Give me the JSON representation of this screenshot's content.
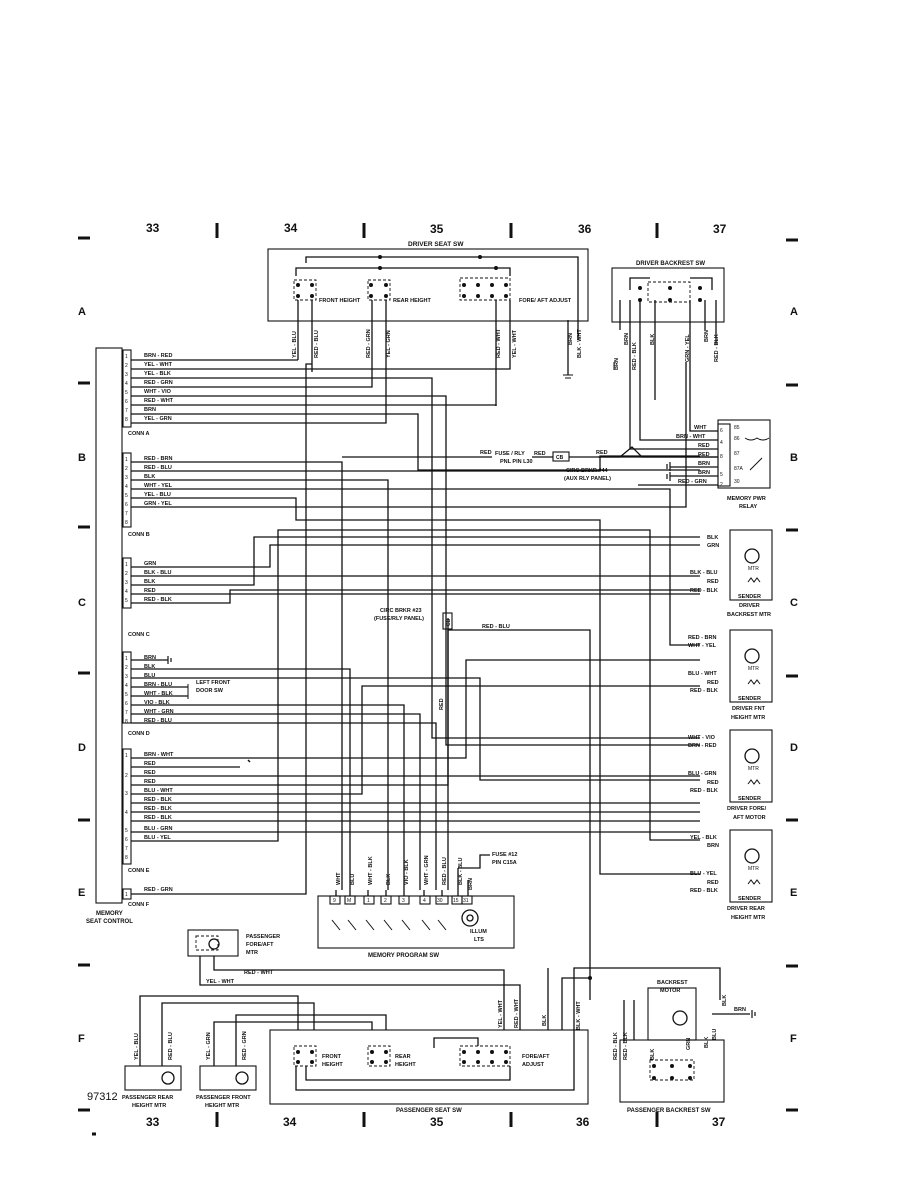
{
  "grid": {
    "columns": [
      "33",
      "34",
      "35",
      "36",
      "37"
    ],
    "rows": [
      "A",
      "B",
      "C",
      "D",
      "E",
      "F"
    ]
  },
  "figure_number": "97312",
  "components": {
    "driver_seat_sw": {
      "title": "DRIVER SEAT SW",
      "sections": [
        "FRONT HEIGHT",
        "REAR HEIGHT",
        "FORE/ AFT ADJUST"
      ]
    },
    "driver_backrest_sw": {
      "title": "DRIVER BACKREST SW"
    },
    "memory_seat_control": {
      "title": "MEMORY SEAT CONTROL",
      "connectors": [
        "CONN A",
        "CONN B",
        "CONN C",
        "CONN D",
        "CONN E",
        "CONN F"
      ]
    },
    "memory_pwr_relay": {
      "title": "MEMORY PWR RELAY",
      "pins": [
        "85",
        "86",
        "87",
        "87A",
        "30"
      ],
      "pin_numbers": [
        "6",
        "4",
        "8",
        "5",
        "2"
      ]
    },
    "fuse_rly_l30": {
      "label": "FUSE / RLY PNL PIN L30"
    },
    "circ_brkr_44": {
      "label": "CIRC BRKR #44 (AUX RLY PANEL)",
      "tag": "CB"
    },
    "circ_brkr_23": {
      "label": "CIRC BRKR #23 (FUSE/RLY PANEL)",
      "tag": "CB"
    },
    "fuse_12": {
      "label": "FUSE #12 PIN C15A"
    },
    "motors": [
      {
        "name": "DRIVER BACKREST MTR",
        "wires": [
          "BLK",
          "GRN",
          "BLK - BLU",
          "RED",
          "RED - BLK"
        ]
      },
      {
        "name": "DRIVER FNT HEIGHT MTR",
        "wires": [
          "RED - BRN",
          "WHT - YEL",
          "BLU - WHT",
          "RED",
          "RED - BLK"
        ]
      },
      {
        "name": "DRIVER FORE/ AFT MOTOR",
        "wires": [
          "WHT - VIO",
          "BRN - RED",
          "BLU - GRN",
          "RED",
          "RED - BLK"
        ]
      },
      {
        "name": "DRIVER REAR HEIGHT MTR",
        "wires": [
          "YEL - BLK",
          "BRN",
          "BLU - YEL",
          "RED",
          "RED - BLK"
        ]
      }
    ],
    "motor_tags": {
      "mtr": "MTR",
      "sender": "SENDER"
    },
    "memory_program_sw": {
      "title": "MEMORY PROGRAM SW",
      "pins": [
        "9",
        "M",
        "1",
        "2",
        "3",
        "4",
        "30"
      ],
      "pins_right": [
        "15",
        "31"
      ],
      "illum": "ILLUM LTS",
      "wires": [
        "WHT",
        "BLU",
        "WHT - BLK",
        "BLK",
        "VIO - BLK",
        "WHT - GRN",
        "RED - BLU",
        "BLK - BLU",
        "BRN"
      ]
    },
    "left_front_door_sw": {
      "label": "LEFT FRONT DOOR SW"
    },
    "passenger_fore_aft_mtr": {
      "label": "PASSENGER FORE/AFT MTR"
    },
    "passenger_rear_height_mtr": {
      "label": "PASSENGER REAR HEIGHT MTR"
    },
    "passenger_front_height_mtr": {
      "label": "PASSENGER FRONT HEIGHT MTR"
    },
    "passenger_seat_sw": {
      "title": "PASSENGER SEAT SW",
      "sections": [
        "FRONT HEIGHT",
        "REAR HEIGHT",
        "FORE/AFT ADJUST"
      ]
    },
    "passenger_backrest_sw": {
      "title": "PASSENGER BACKREST SW"
    },
    "backrest_motor": {
      "title": "BACKREST MOTOR"
    }
  },
  "conn_a": [
    "BRN - RED",
    "YEL - WHT",
    "YEL - BLK",
    "RED - GRN",
    "WHT - VIO",
    "RED - WHT",
    "BRN",
    "YEL - GRN"
  ],
  "conn_b": [
    "RED - BRN",
    "RED - BLU",
    "BLK",
    "WHT - YEL",
    "YEL - BLU",
    "GRN - YEL",
    "",
    ""
  ],
  "conn_c": [
    "GRN",
    "BLK - BLU",
    "BLK",
    "RED",
    "RED - BLK"
  ],
  "conn_d": [
    "BRN",
    "BLK",
    "BLU",
    "BRN - BLU",
    "WHT - BLK",
    "VIO - BLK",
    "WHT - GRN",
    "RED - BLU"
  ],
  "conn_e": [
    "BRN - WHT",
    "RED",
    "RED",
    "RED",
    "BLU - WHT",
    "RED - BLK",
    "RED - BLK",
    "RED - BLK",
    "BLU - GRN",
    "BLU - YEL"
  ],
  "conn_f": [
    "RED - GRN"
  ],
  "driver_seat_top_wires": [
    "YEL - BLU",
    "RED - BLU",
    "RED - GRN",
    "YEL - GRN",
    "RED - WHT",
    "YEL - WHT",
    "BRN",
    "BLK - WHT"
  ],
  "backrest_top_wires": [
    "BRN",
    "BRN",
    "RED - BLK",
    "BLK",
    "GRN - YEL",
    "BRN",
    "RED - BLK"
  ],
  "relay_wires": [
    "WHT",
    "BRN - WHT",
    "RED",
    "RED",
    "BRN",
    "BRN",
    "RED - GRN"
  ],
  "misc_wires": {
    "red": "RED",
    "red_blu": "RED - BLU",
    "red_wht": "RED - WHT",
    "yel_wht": "YEL - WHT",
    "blk": "BLK",
    "blk_wht": "BLK - WHT",
    "brn": "BRN"
  },
  "passenger_wires": {
    "rear_height": [
      "YEL - BLU",
      "RED - BLU"
    ],
    "front_height": [
      "YEL - GRN",
      "RED - GRN"
    ],
    "backrest": [
      "RED - BLK",
      "RED - BLK",
      "BLK",
      "GRN",
      "BLK",
      "BLU",
      "BLK",
      "BRN"
    ]
  }
}
